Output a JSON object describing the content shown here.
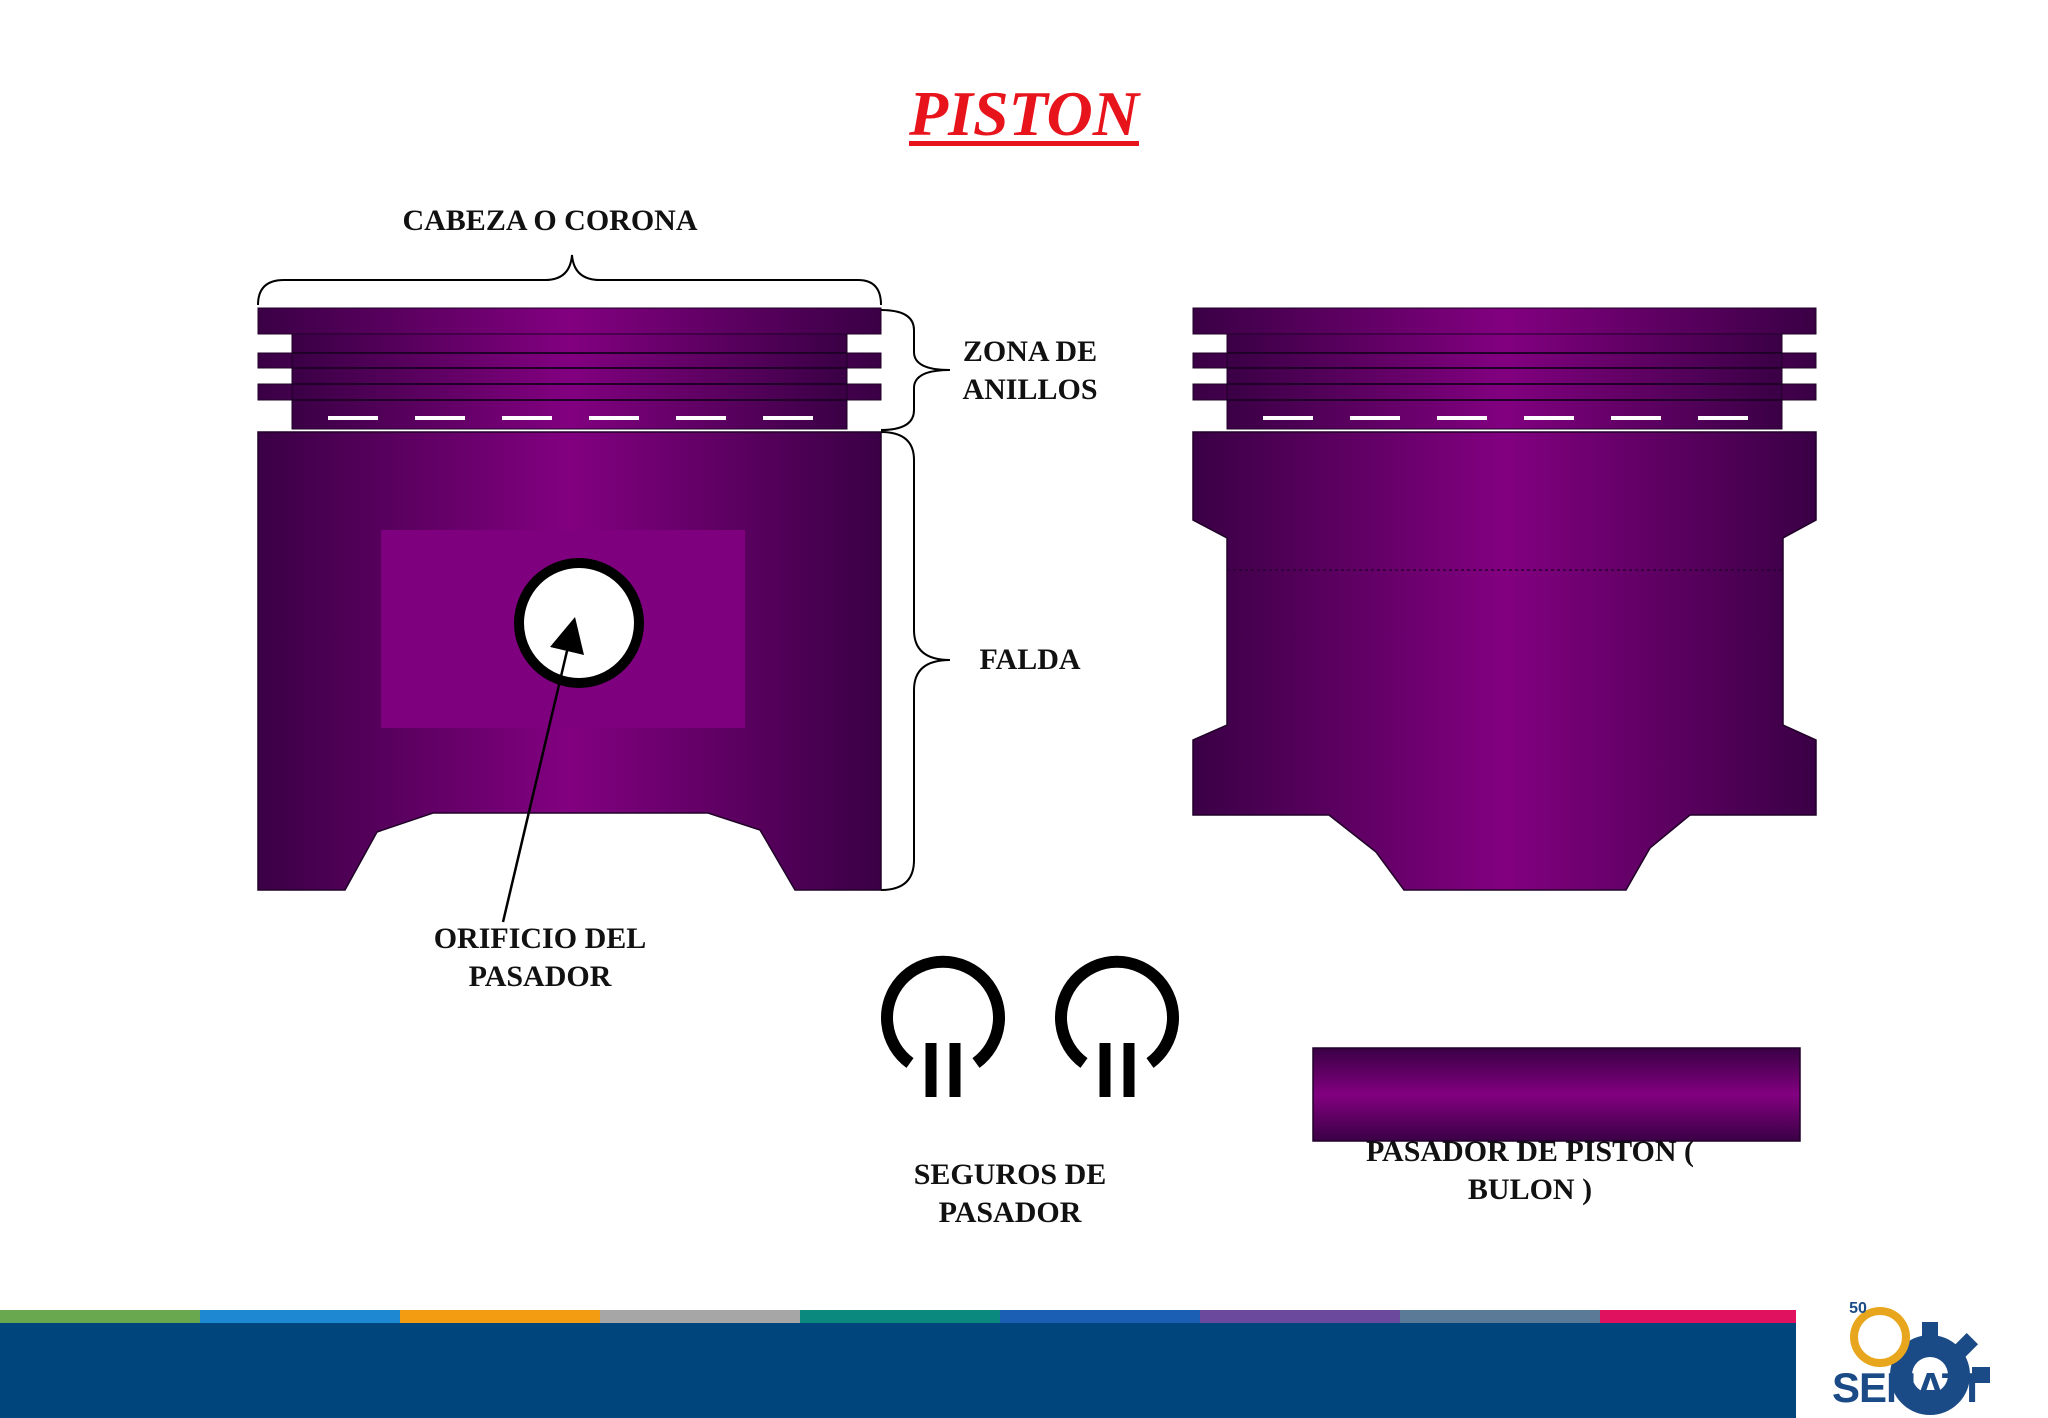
{
  "title": "PISTON",
  "labels": {
    "head": "CABEZA O CORONA",
    "ring_zone": "ZONA DE\nANILLOS",
    "skirt": "FALDA",
    "pin_bore": "ORIFICIO DEL\nPASADOR",
    "pin_clips": "SEGUROS DE\nPASADOR",
    "piston_pin": "PASADOR DE PISTON  (\nBULON )"
  },
  "logo": {
    "name": "SENATI",
    "badge": "50",
    "icon": "gear-icon"
  },
  "colors": {
    "title": "#e8141c",
    "piston_dark": "#3a0045",
    "piston_light": "#820080",
    "footer_blue": "#00457c",
    "logo_gear": "#1b4b86",
    "badge_gold": "#e8a61e",
    "stripe": [
      "#6aa84f",
      "#1e88d2",
      "#f39c12",
      "#a6a6a6",
      "#0a8a7e",
      "#1a5fb4",
      "#6b4a9e",
      "#5b7a98",
      "#e0115f"
    ]
  }
}
